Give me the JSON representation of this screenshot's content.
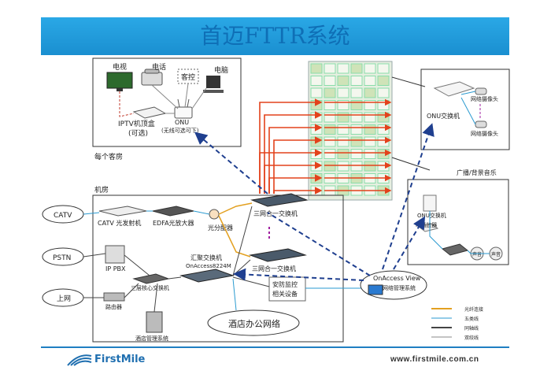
{
  "title": "首迈FTTR系统",
  "guest_room": {
    "tv": "电视",
    "phone": "电话",
    "pc": "电脑",
    "client": "客控",
    "iptv": "IPTV机顶盒",
    "iptv_note": "(可选)",
    "onu": "ONU",
    "onu_note": "(无线可选可下)",
    "caption": "每个客房"
  },
  "right_top": {
    "onu_switch": "ONU交换机",
    "camera": "网络摄像头"
  },
  "broadcast": {
    "caption": "广播/背景音乐",
    "onu_switch": "ONU交换机",
    "ip_ctrl": "IP播放器",
    "speaker": "声音"
  },
  "machine_room": {
    "caption": "机房",
    "catv": "CATV",
    "catv_tx": "CATV 光发射机",
    "edfa": "EDFA光放大器",
    "splitter": "光分配器",
    "olt1": "三网合一交换机",
    "olt2": "三网合一交换机",
    "pstn": "PSTN",
    "pbx": "IP PBX",
    "internet": "上网",
    "core_switch": "三层核心交换机",
    "router": "路由器",
    "agg_switch": "汇聚交换机",
    "agg_model": "OnAccess8224M",
    "security": "安防监控",
    "related": "相关设备",
    "office": "酒店办公网络",
    "hms": "酒店管理系统"
  },
  "nms": {
    "name": "OnAccess View",
    "sub": "网络管理系统"
  },
  "legend": {
    "fiber": "光纤连接",
    "cat5": "五类线",
    "coax": "同轴线",
    "twisted": "双绞线"
  },
  "footer": {
    "brand": "FirstMile",
    "url": "www.firstmile.com.cn"
  },
  "colors": {
    "banner": "#2aa8e6",
    "fiber": "#e3421b",
    "dashed": "#1f3f8f",
    "accent": "#1f7fc2"
  }
}
